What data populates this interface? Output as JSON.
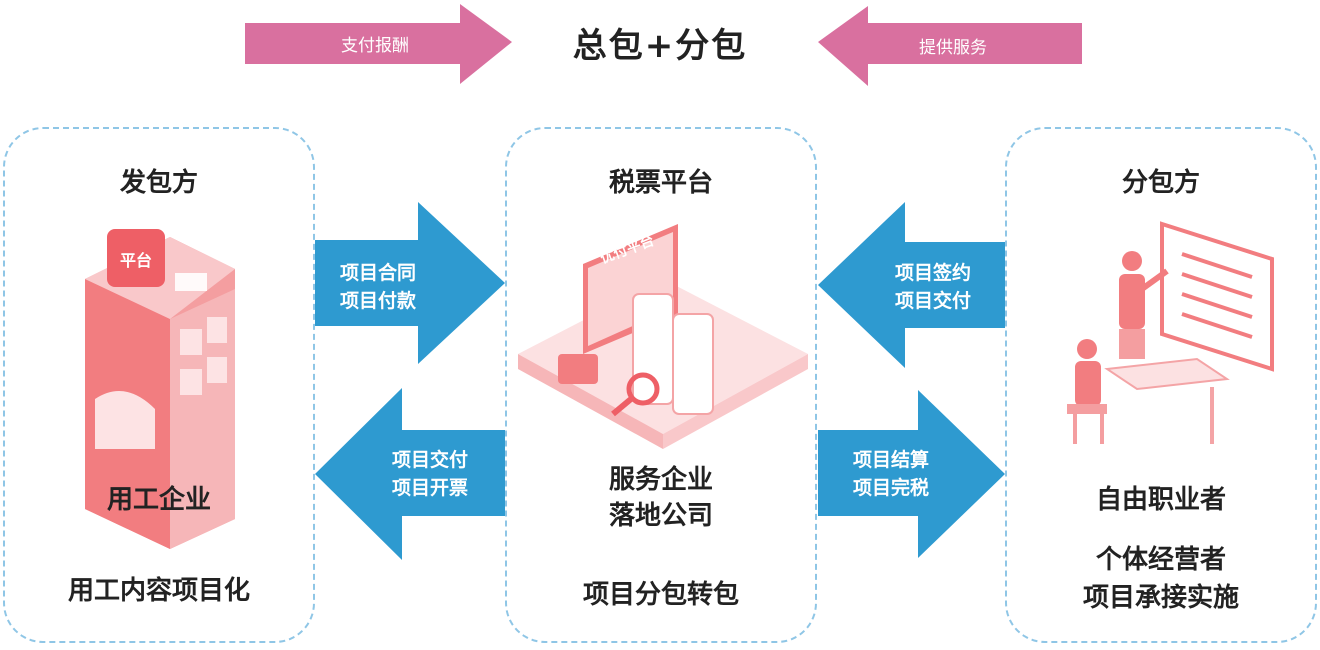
{
  "header": {
    "center_title": "总包+分包",
    "left_arrow_label": "支付报酬",
    "right_arrow_label": "提供服务"
  },
  "panels": {
    "left": {
      "title": "发包方",
      "illustration_badge": "平台",
      "main_text": "用工企业",
      "sub_text": "用工内容项目化"
    },
    "middle": {
      "title": "税票平台",
      "illustration_badge": "优付平台",
      "main_text_line1": "服务企业",
      "main_text_line2": "落地公司",
      "sub_text": "项目分包转包"
    },
    "right": {
      "title": "分包方",
      "main_text": "自由职业者",
      "sub_text_line1": "个体经营者",
      "sub_text_line2": "项目承接实施"
    }
  },
  "flows": {
    "left_to_middle": {
      "line1": "项目合同",
      "line2": "项目付款"
    },
    "middle_to_left": {
      "line1": "项目交付",
      "line2": "项目开票"
    },
    "right_to_middle": {
      "line1": "项目签约",
      "line2": "项目交付"
    },
    "middle_to_right": {
      "line1": "项目结算",
      "line2": "项目完税"
    }
  },
  "colors": {
    "pink_arrow": "#d9709f",
    "blue_arrow": "#2e9ad0",
    "panel_border": "#8fc6e6",
    "illustration": "#f27d80"
  }
}
